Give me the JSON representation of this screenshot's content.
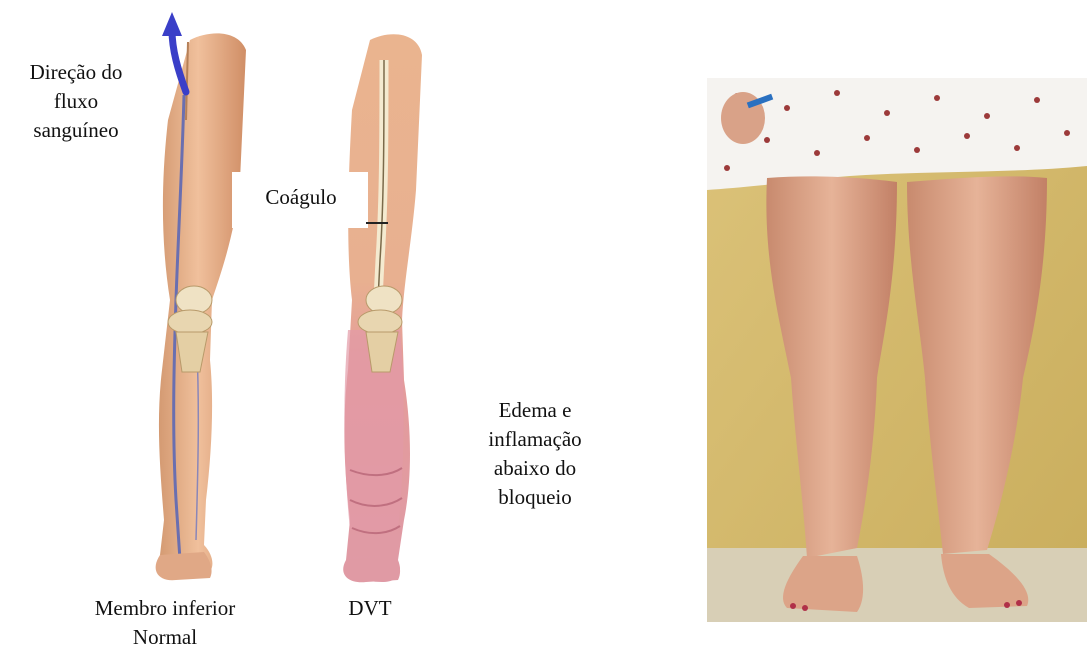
{
  "diagram": {
    "labels": {
      "flow": [
        "Direção do",
        "fluxo",
        "sanguíneo"
      ],
      "clot": "Coágulo",
      "edema": [
        "Edema e",
        "inflamação",
        "abaixo do",
        "bloqueio"
      ],
      "normal": [
        "Membro inferior",
        "Normal"
      ],
      "dvt": "DVT"
    }
  },
  "colors": {
    "skin": "#e8b48f",
    "skin_shadow": "#d49a72",
    "vein": "#6a6fb0",
    "arrow": "#3a3fc8",
    "inflamed": "#d98c94",
    "bone": "#efe2c4"
  }
}
